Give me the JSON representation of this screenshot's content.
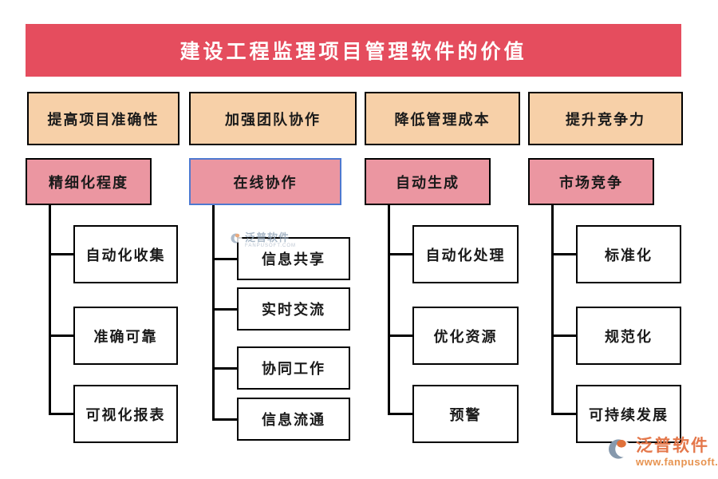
{
  "title": "建设工程监理项目管理软件的价值",
  "columns": [
    {
      "header": "提高项目准确性",
      "category": "精细化程度",
      "selected": false,
      "items": [
        "自动化收集",
        "准确可靠",
        "可视化报表"
      ]
    },
    {
      "header": "加强团队协作",
      "category": "在线协作",
      "selected": true,
      "items": [
        "信息共享",
        "实时交流",
        "协同工作",
        "信息流通"
      ]
    },
    {
      "header": "降低管理成本",
      "category": "自动生成",
      "selected": false,
      "items": [
        "自动化处理",
        "优化资源",
        "预警"
      ]
    },
    {
      "header": "提升竞争力",
      "category": "市场竞争",
      "selected": false,
      "items": [
        "标准化",
        "规范化",
        "可持续发展"
      ]
    }
  ],
  "watermark": {
    "brand": "泛普软件",
    "subtext": "FANPUSOFT.COM"
  },
  "footer_logo": {
    "brand": "泛普软件",
    "website": "www.fanpusoft.com"
  },
  "colors": {
    "banner_red": "#e54d5e",
    "header_orange": "#f7d0a8",
    "category_pink": "#eb96a1",
    "selected_border_blue": "#4e79d0",
    "box_border": "#000000",
    "leaf_bg": "#ffffff",
    "title_text": "#ffffff",
    "box_text": "#1a1a1a",
    "logo_orange": "#e4774a",
    "logo_gray_blue": "#8699ad"
  }
}
